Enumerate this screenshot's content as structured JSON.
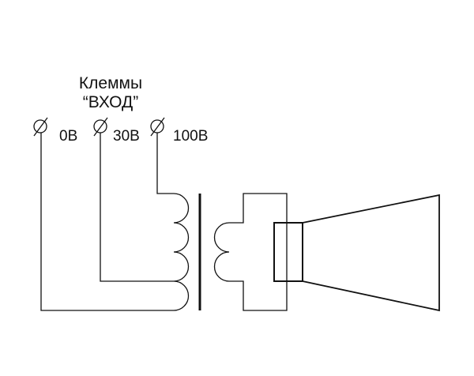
{
  "title": {
    "line1": "Клеммы",
    "line2": "“ВХОД”"
  },
  "terminals": [
    {
      "label": "0В"
    },
    {
      "label": "30В"
    },
    {
      "label": "100В"
    }
  ],
  "colors": {
    "stroke": "#111111",
    "background": "#ffffff"
  }
}
